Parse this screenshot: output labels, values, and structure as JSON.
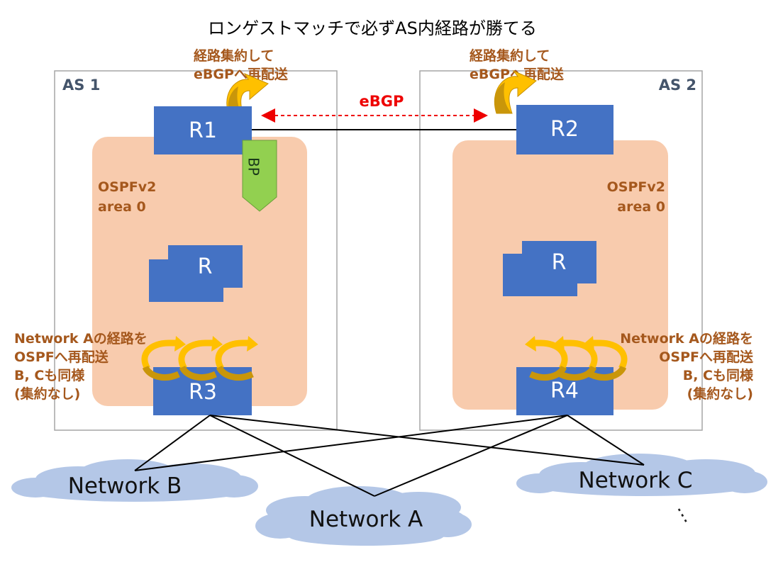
{
  "title": "ロンゲストマッチで必ずAS内経路が勝てる",
  "as1": {
    "label": "AS 1",
    "area": [
      "OSPFv2",
      "area 0"
    ],
    "summary_note": [
      "経路集約して",
      "eBGPへ再配送"
    ],
    "redistribute_note": [
      "Network Aの経路を",
      "OSPFへ再配送",
      "B, Cも同様",
      "(集約なし)"
    ],
    "routers": {
      "edge": "R1",
      "middle": "R",
      "bottom": "R3"
    },
    "bp_label": "BP"
  },
  "as2": {
    "label": "AS 2",
    "area": [
      "OSPFv2",
      "area 0"
    ],
    "summary_note": [
      "経路集約して",
      "eBGPへ再配送"
    ],
    "redistribute_note": [
      "Network Aの経路を",
      "OSPFへ再配送",
      "B, Cも同様",
      "(集約なし)"
    ],
    "routers": {
      "edge": "R2",
      "middle": "R",
      "bottom": "R4"
    }
  },
  "ebgp_label": "eBGP",
  "networks": {
    "a": "Network A",
    "b": "Network B",
    "c": "Network C"
  },
  "ellipsis": "⋮",
  "colors": {
    "router": "#4472c4",
    "ospf_area": "#f8cbad",
    "as_border": "#a6a6a6",
    "note_brown": "#a5581d",
    "ebgp_red": "#ee0000",
    "cloud": "#b4c7e7",
    "bp_green": "#92d050",
    "arrow_gold": "#ffc000"
  }
}
